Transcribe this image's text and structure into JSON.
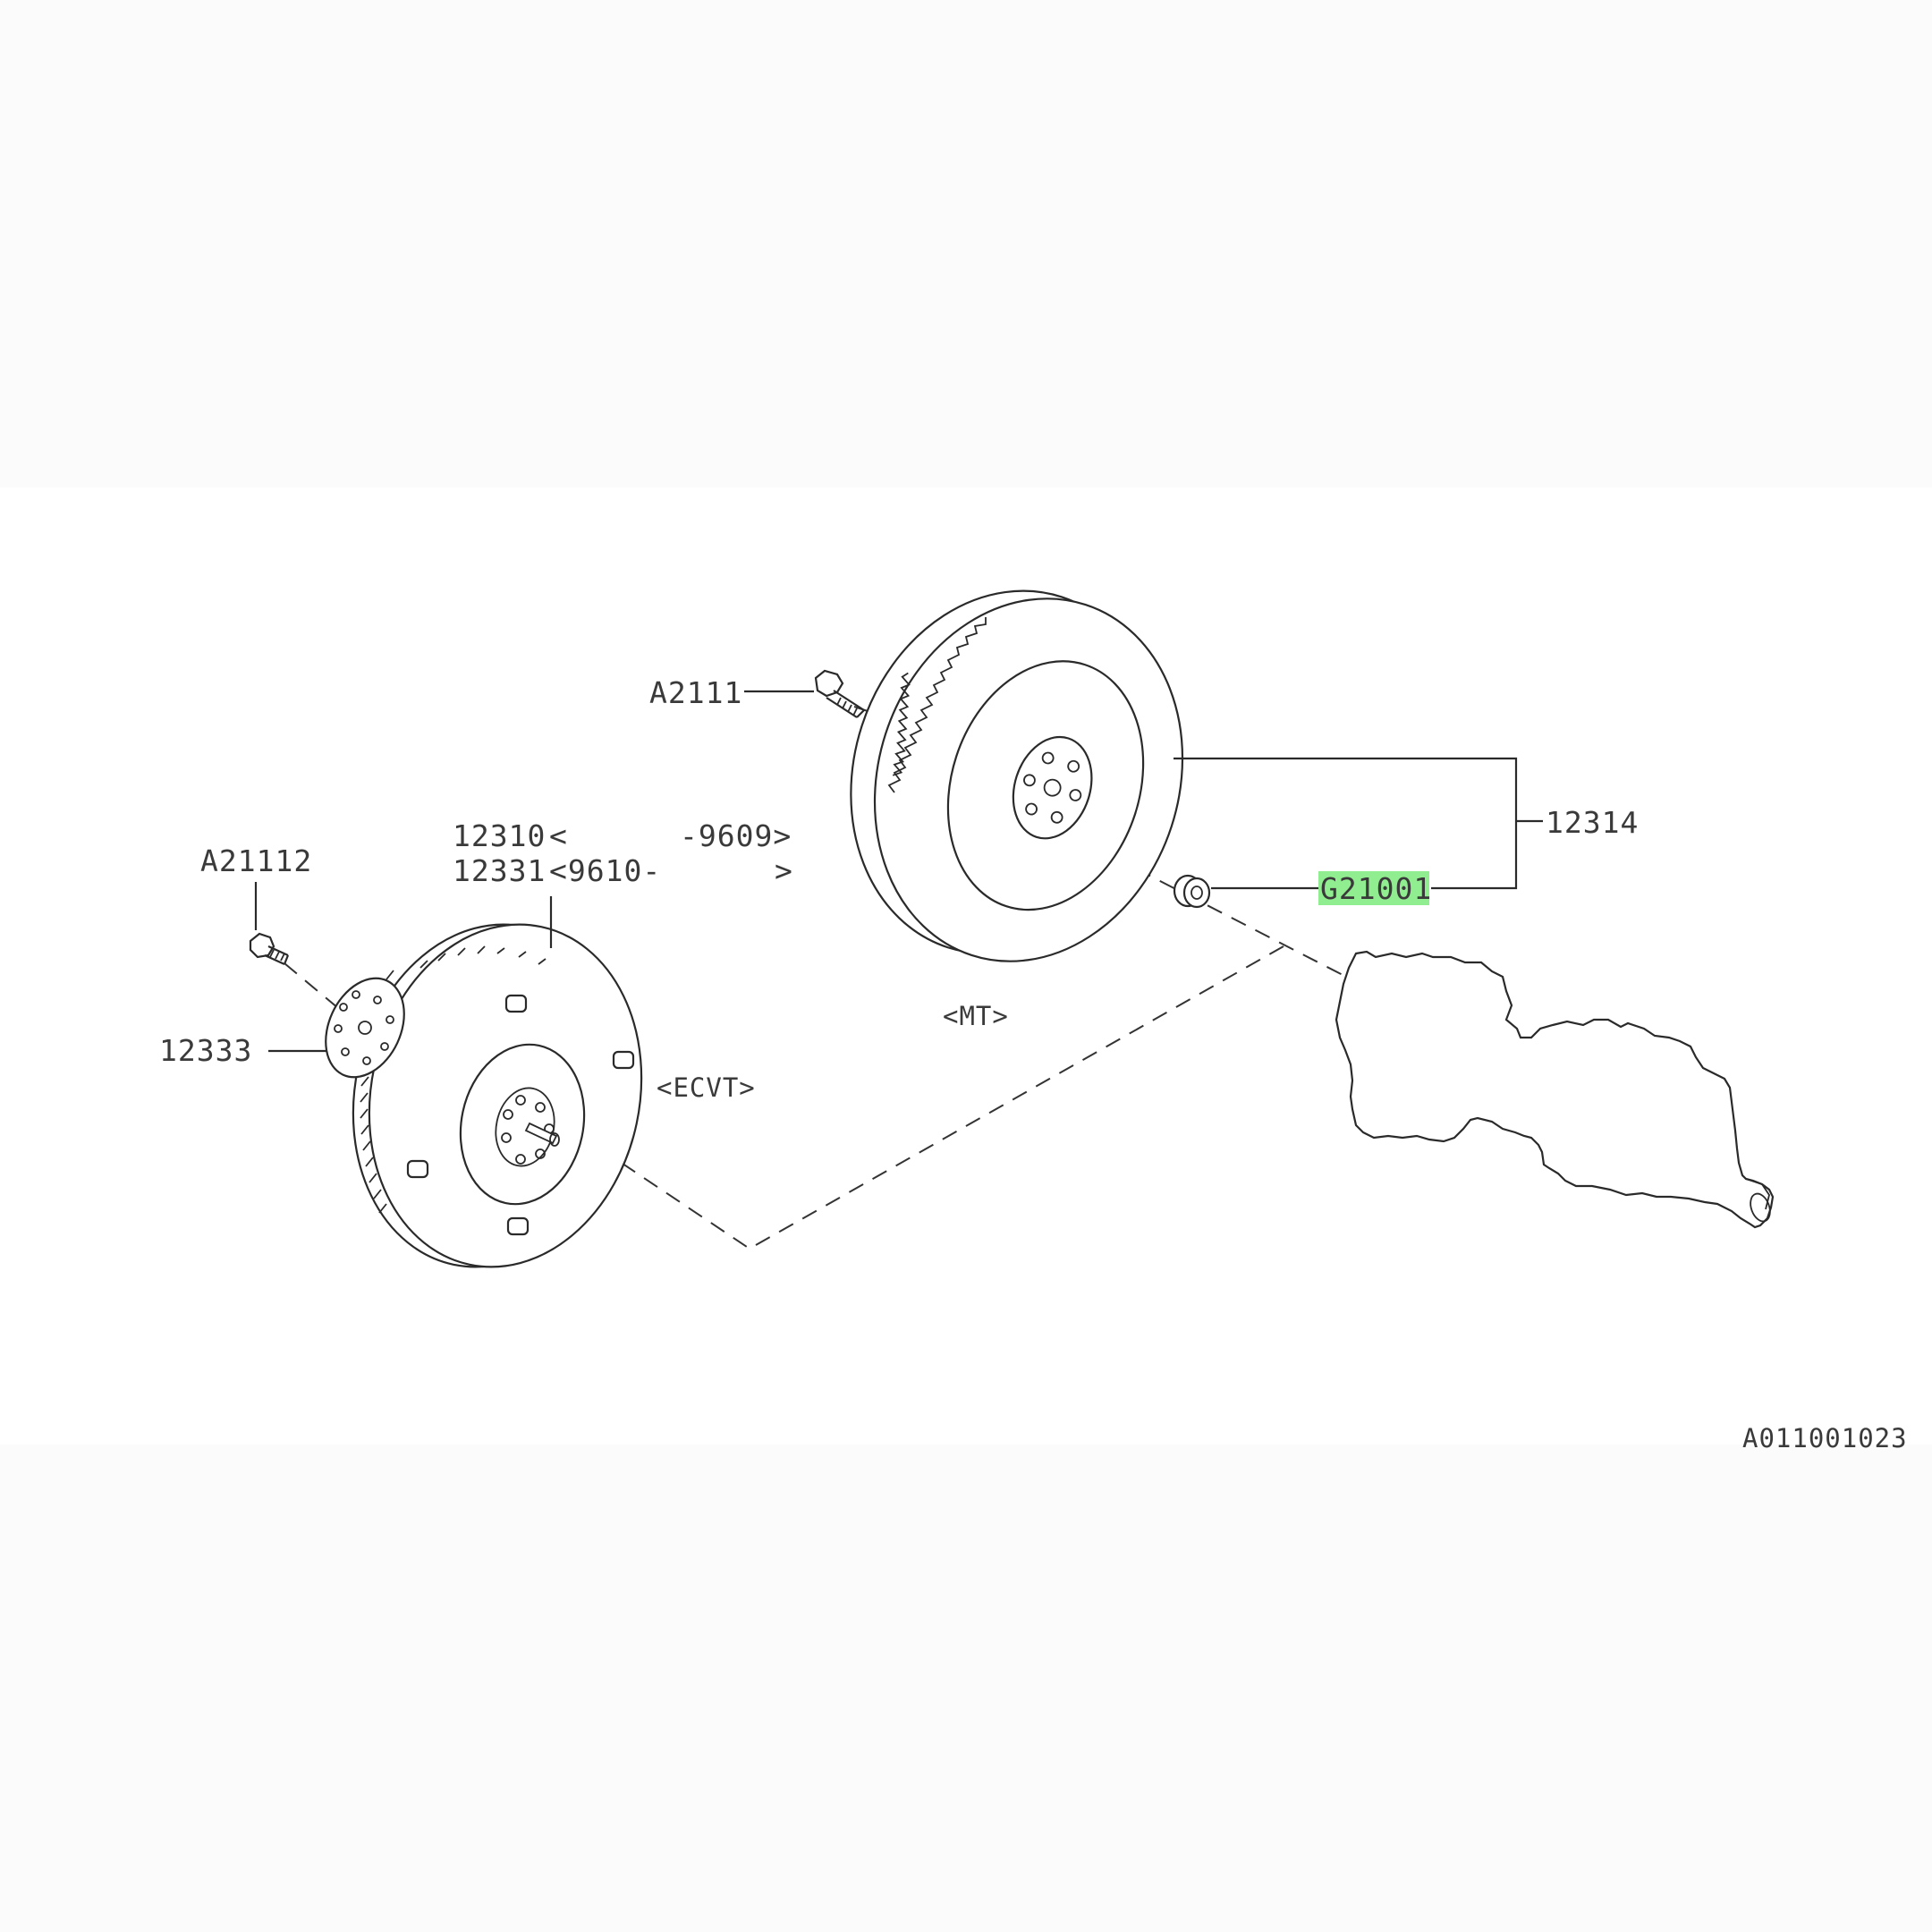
{
  "labels": {
    "a2111": "A2111",
    "a21112": "A21112",
    "p12310": "12310",
    "p12310_range_open": "<",
    "p12310_range_end": "-9609>",
    "p12331": "12331",
    "p12331_range_start": "<9610-",
    "p12331_range_close": ">",
    "p12333": "12333",
    "p12314": "12314",
    "g21001": "G21001",
    "mt": "<MT>",
    "ecvt": "<ECVT>",
    "diagram_code": "A011001023"
  },
  "colors": {
    "highlight": "#90ee90",
    "line": "#2a2a2a",
    "text": "#3a3a3a"
  }
}
